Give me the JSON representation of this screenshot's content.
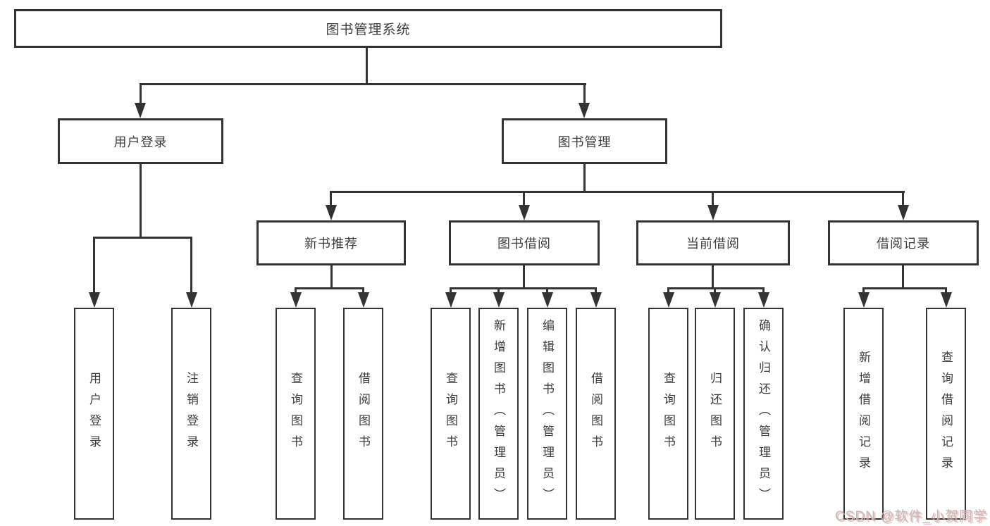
{
  "tree": {
    "root": {
      "label": "图书管理系统"
    },
    "branches": [
      {
        "label": "用户登录",
        "children": [
          {
            "label": "用户登录"
          },
          {
            "label": "注销登录"
          }
        ]
      },
      {
        "label": "图书管理",
        "children": [
          {
            "label": "新书推荐",
            "children": [
              {
                "label": "查询图书"
              },
              {
                "label": "借阅图书"
              }
            ]
          },
          {
            "label": "图书借阅",
            "children": [
              {
                "label": "查询图书"
              },
              {
                "label": "新增图书（管理员）"
              },
              {
                "label": "编辑图书（管理员）"
              },
              {
                "label": "借阅图书"
              }
            ]
          },
          {
            "label": "当前借阅",
            "children": [
              {
                "label": "查询图书"
              },
              {
                "label": "归还图书"
              },
              {
                "label": "确认归还（管理员）"
              }
            ]
          },
          {
            "label": "借阅记录",
            "children": [
              {
                "label": "新增借阅记录"
              },
              {
                "label": "查询借阅记录"
              }
            ]
          }
        ]
      }
    ]
  },
  "watermark": {
    "text": "CSDN @软件_小贺同学"
  },
  "colors": {
    "line": "#333333",
    "box_border": "#333333",
    "text": "#3d3d3d",
    "background": "#ffffff",
    "watermark_text": "#bdbdbd",
    "watermark_shadow": "#f2a0a0"
  }
}
